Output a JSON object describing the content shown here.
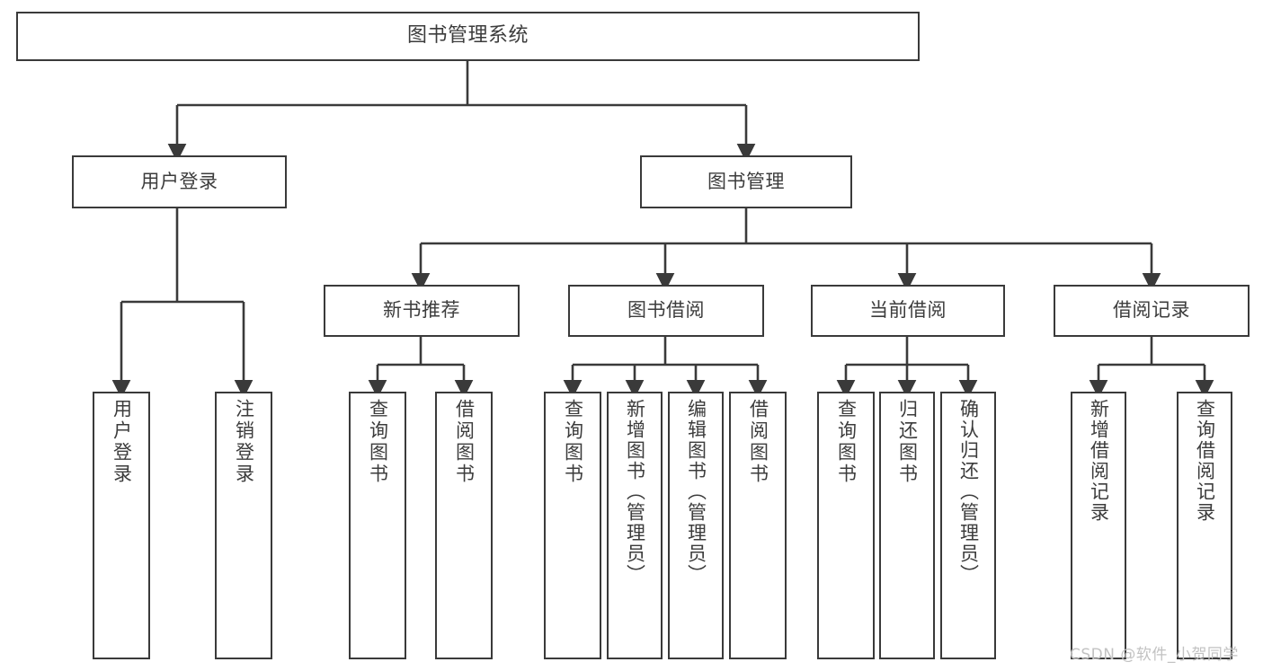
{
  "diagram": {
    "title": "图书管理系统",
    "type": "tree-hierarchy-chart",
    "colors": {
      "stroke": "#3a3a3a",
      "text": "#3c3c3c",
      "background": "#ffffff",
      "watermark": "#c2c2c2"
    },
    "root": {
      "id": "root",
      "label": "图书管理系统"
    },
    "level2": [
      {
        "id": "user-login",
        "label": "用户登录"
      },
      {
        "id": "book-manage",
        "label": "图书管理"
      }
    ],
    "level3": [
      {
        "id": "new-book-rec",
        "label": "新书推荐"
      },
      {
        "id": "book-borrow",
        "label": "图书借阅"
      },
      {
        "id": "current-borrow",
        "label": "当前借阅"
      },
      {
        "id": "borrow-record",
        "label": "借阅记录"
      }
    ],
    "leaves": [
      {
        "id": "leaf-user-login",
        "label": "用户登录",
        "parent": "user-login"
      },
      {
        "id": "leaf-logout",
        "label": "注销登录",
        "parent": "user-login"
      },
      {
        "id": "leaf-query-book-1",
        "label": "查询图书",
        "parent": "new-book-rec"
      },
      {
        "id": "leaf-borrow-book-1",
        "label": "借阅图书",
        "parent": "new-book-rec"
      },
      {
        "id": "leaf-query-book-2",
        "label": "查询图书",
        "parent": "book-borrow"
      },
      {
        "id": "leaf-add-book",
        "label": "新增图书（管理员）",
        "parent": "book-borrow"
      },
      {
        "id": "leaf-edit-book",
        "label": "编辑图书（管理员）",
        "parent": "book-borrow"
      },
      {
        "id": "leaf-borrow-book-2",
        "label": "借阅图书",
        "parent": "book-borrow"
      },
      {
        "id": "leaf-query-book-3",
        "label": "查询图书",
        "parent": "current-borrow"
      },
      {
        "id": "leaf-return-book",
        "label": "归还图书",
        "parent": "current-borrow"
      },
      {
        "id": "leaf-confirm-return",
        "label": "确认归还（管理员）",
        "parent": "current-borrow"
      },
      {
        "id": "leaf-add-record",
        "label": "新增借阅记录",
        "parent": "borrow-record"
      },
      {
        "id": "leaf-query-record",
        "label": "查询借阅记录",
        "parent": "borrow-record"
      }
    ],
    "watermark": "CSDN @软件_小贺同学"
  }
}
